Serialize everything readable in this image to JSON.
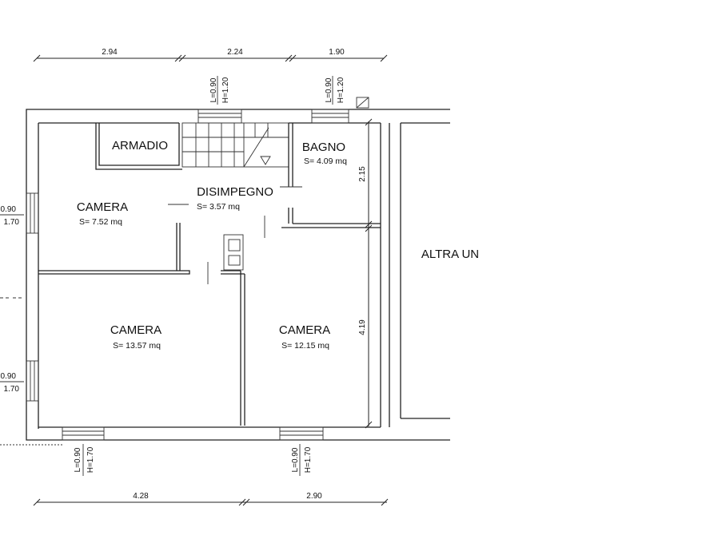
{
  "rooms": {
    "armadio": {
      "name": "ARMADIO"
    },
    "bagno": {
      "name": "BAGNO",
      "area": "S= 4.09 mq"
    },
    "disimpegno": {
      "name": "DISIMPEGNO",
      "area": "S= 3.57 mq"
    },
    "camera_small": {
      "name": "CAMERA",
      "area": "S= 7.52 mq"
    },
    "camera_left": {
      "name": "CAMERA",
      "area": "S= 13.57 mq"
    },
    "camera_right": {
      "name": "CAMERA",
      "area": "S= 12.15 mq"
    },
    "altra": {
      "name": "ALTRA UN"
    }
  },
  "dimensions": {
    "top": [
      "2.94",
      "2.24",
      "1.90"
    ],
    "bottom": [
      "4.28",
      "2.90"
    ],
    "right": [
      "2.15",
      "4.19"
    ]
  },
  "windows": {
    "top_left": {
      "l": "L=0.90",
      "h": "H=1.20"
    },
    "top_right": {
      "l": "L=0.90",
      "h": "H=1.20"
    },
    "left_upper": {
      "l": "0.90",
      "h": "1.70"
    },
    "left_lower": {
      "l": "0.90",
      "h": "1.70"
    },
    "bottom_left": {
      "l": "L=0.90",
      "h": "H=1.70"
    },
    "bottom_right": {
      "l": "L=0.90",
      "h": "H=1.70"
    }
  }
}
